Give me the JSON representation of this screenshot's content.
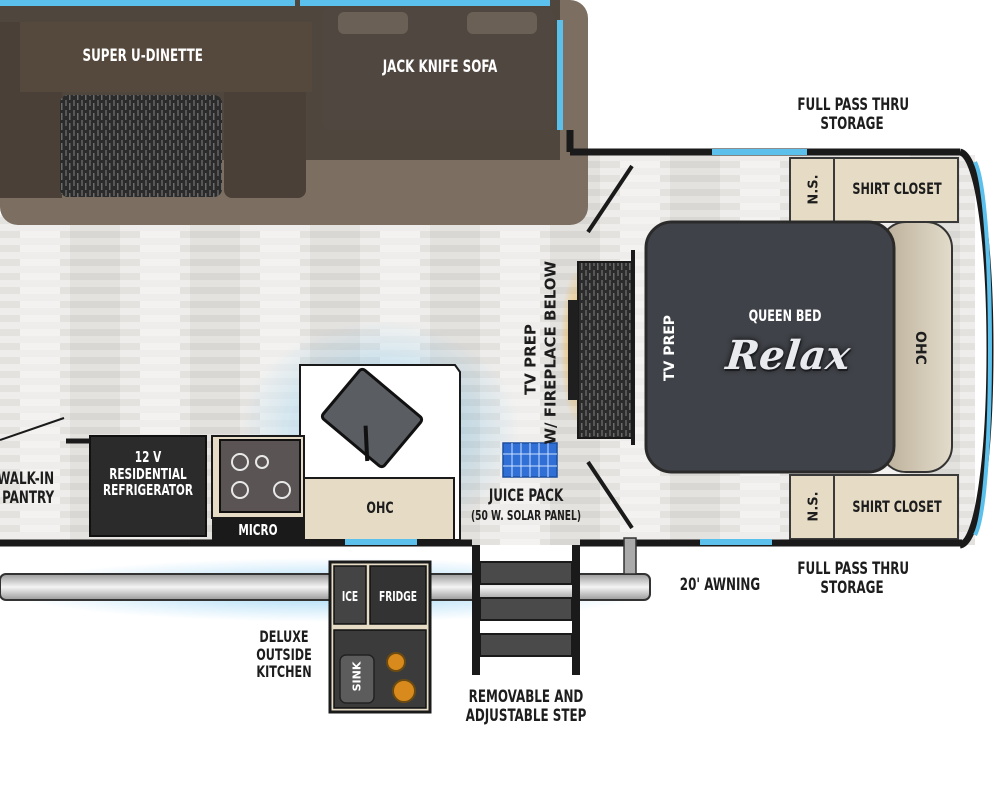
{
  "labels": {
    "super_u_dinette": "SUPER U-DINETTE",
    "jack_knife_sofa": "JACK KNIFE SOFA",
    "full_pass_thru_storage_top": "FULL PASS THRU\nSTORAGE",
    "full_pass_thru_storage_bottom": "FULL PASS THRU\nSTORAGE",
    "ns_top": "N.S.",
    "ns_bottom": "N.S.",
    "shirt_closet_top": "SHIRT CLOSET",
    "shirt_closet_bottom": "SHIRT CLOSET",
    "queen_bed": "QUEEN BED",
    "relax_logo": "Relax",
    "ohc_bedroom": "OHC",
    "tv_prep_bedroom": "TV PREP",
    "tv_prep_fireplace": "TV PREP\nW/ FIREPLACE BELOW",
    "walk_in_pantry": "WALK-IN\nPANTRY",
    "refrigerator": "12 V\nRESIDENTIAL\nREFRIGERATOR",
    "micro": "MICRO",
    "ohc_kitchen": "OHC",
    "juice_pack": "JUICE PACK",
    "solar_panel": "(50 W. SOLAR PANEL)",
    "awning": "20' AWNING",
    "ice": "ICE",
    "fridge": "FRIDGE",
    "sink": "SINK",
    "outside_kitchen": "DELUXE\nOUTSIDE\nKITCHEN",
    "step": "REMOVABLE AND\nADJUSTABLE STEP"
  },
  "colors": {
    "wall": "#1a1a1a",
    "window_blue": "#5bc0eb",
    "furniture_brown": "#4a4037",
    "bed_gray": "#3f4248",
    "cabinet_tan": "#e6dcc6",
    "led_glow": "#4fb3f0",
    "fireplace_glow": "#f0b43a"
  }
}
